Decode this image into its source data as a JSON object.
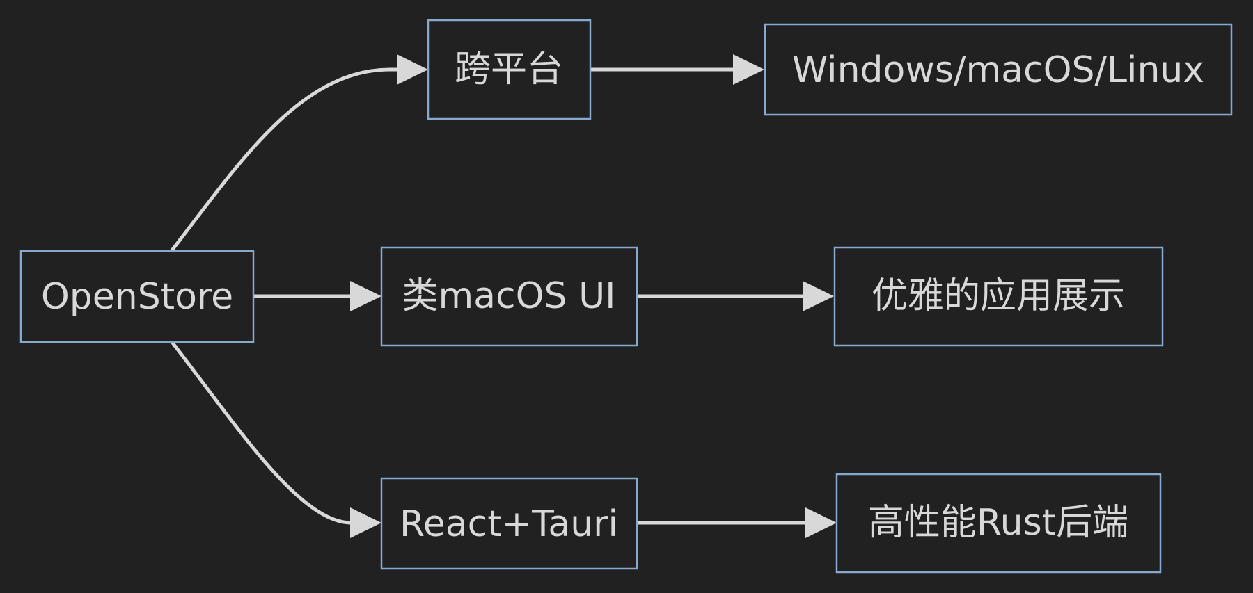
{
  "diagram": {
    "background": "#212121",
    "node_border_color": "#86a9d0",
    "edge_color": "#d8d8d8",
    "text_color": "#d8d8d8",
    "nodes": {
      "root": {
        "label": "OpenStore"
      },
      "cross_platform": {
        "label": "跨平台"
      },
      "platforms": {
        "label": "Windows/macOS/Linux"
      },
      "macos_ui": {
        "label": "类macOS UI"
      },
      "elegant_display": {
        "label": "优雅的应用展示"
      },
      "stack": {
        "label": "React+Tauri"
      },
      "rust_backend": {
        "label": "高性能Rust后端"
      }
    },
    "edges": [
      {
        "from": "root",
        "to": "cross_platform"
      },
      {
        "from": "root",
        "to": "macos_ui"
      },
      {
        "from": "root",
        "to": "stack"
      },
      {
        "from": "cross_platform",
        "to": "platforms"
      },
      {
        "from": "macos_ui",
        "to": "elegant_display"
      },
      {
        "from": "stack",
        "to": "rust_backend"
      }
    ]
  }
}
